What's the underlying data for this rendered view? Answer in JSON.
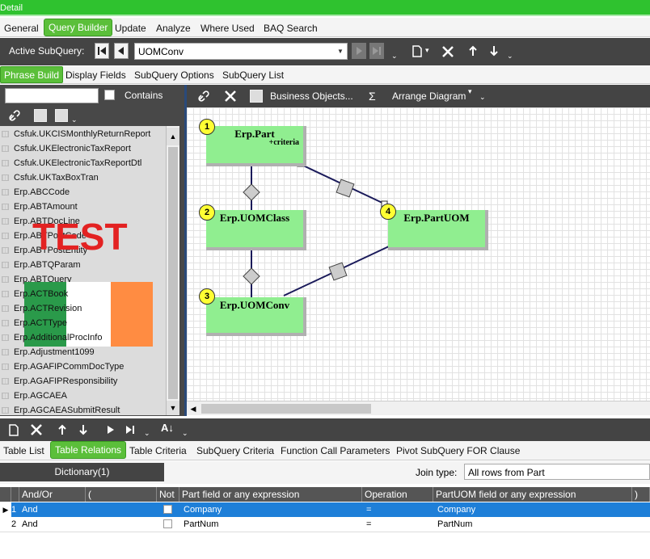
{
  "window": {
    "title": "Detail"
  },
  "top_tabs": [
    {
      "label": "General",
      "active": false
    },
    {
      "label": "Query Builder",
      "active": true
    },
    {
      "label": "Update",
      "active": false
    },
    {
      "label": "Analyze",
      "active": false
    },
    {
      "label": "Where Used",
      "active": false
    },
    {
      "label": "BAQ Search",
      "active": false
    }
  ],
  "subquery_bar": {
    "label": "Active SubQuery:",
    "value": "UOMConv"
  },
  "second_tabs": [
    {
      "label": "Phrase Build",
      "active": true
    },
    {
      "label": "Display Fields",
      "active": false
    },
    {
      "label": "SubQuery Options",
      "active": false
    },
    {
      "label": "SubQuery List",
      "active": false
    }
  ],
  "left_panel": {
    "search_value": "",
    "contains_label": "Contains",
    "items": [
      "Csfuk.UKCISMonthlyReturnReport",
      "Csfuk.UKElectronicTaxReport",
      "Csfuk.UKElectronicTaxReportDtl",
      "Csfuk.UKTaxBoxTran",
      "Erp.ABCCode",
      "Erp.ABTAmount",
      "Erp.ABTDocLine",
      "Erp.ABTPostCode",
      "Erp.ABTPostEntity",
      "Erp.ABTQParam",
      "Erp.ABTQuery",
      "Erp.ACTBook",
      "Erp.ACTRevision",
      "Erp.ACTType",
      "Erp.AdditionalProcInfo",
      "Erp.Adjustment1099",
      "Erp.AGAFIPCommDocType",
      "Erp.AGAFIPResponsibility",
      "Erp.AGCAEA",
      "Erp.AGCAEASubmitResult"
    ],
    "overlay_text": "TEST"
  },
  "diagram_toolbar": {
    "business_objects": "Business Objects...",
    "sigma": "Σ",
    "arrange": "Arrange Diagram"
  },
  "diagram": {
    "tables": [
      {
        "num": "1",
        "name": "Erp.Part",
        "sub": "+criteria"
      },
      {
        "num": "2",
        "name": "Erp.UOMClass",
        "sub": ""
      },
      {
        "num": "3",
        "name": "Erp.UOMConv",
        "sub": ""
      },
      {
        "num": "4",
        "name": "Erp.PartUOM",
        "sub": ""
      }
    ]
  },
  "bottom_tabs": [
    {
      "label": "Table List",
      "active": false
    },
    {
      "label": "Table Relations",
      "active": true
    },
    {
      "label": "Table Criteria",
      "active": false
    },
    {
      "label": "SubQuery Criteria",
      "active": false
    },
    {
      "label": "Function Call Parameters",
      "active": false
    },
    {
      "label": "Pivot SubQuery FOR Clause",
      "active": false
    }
  ],
  "relations": {
    "dictionary_button": "Dictionary(1)",
    "join_label": "Join type:",
    "join_value": "All rows from Part",
    "columns": [
      "And/Or",
      "(",
      "Not",
      "Part field or any expression",
      "Operation",
      "PartUOM field or any expression",
      ")"
    ],
    "rows": [
      {
        "num": "1",
        "andor": "And",
        "paren": "",
        "not": "",
        "left": "Company",
        "op": "=",
        "right": "Company",
        "rparen": "",
        "selected": true
      },
      {
        "num": "2",
        "andor": "And",
        "paren": "",
        "not": "",
        "left": "PartNum",
        "op": "=",
        "right": "PartNum",
        "rparen": "",
        "selected": false
      }
    ]
  },
  "colors": {
    "accent_green": "#5bbf3a",
    "title_green": "#2fc22f",
    "table_fill": "#90ee90",
    "selected_row": "#1e7fd8"
  }
}
